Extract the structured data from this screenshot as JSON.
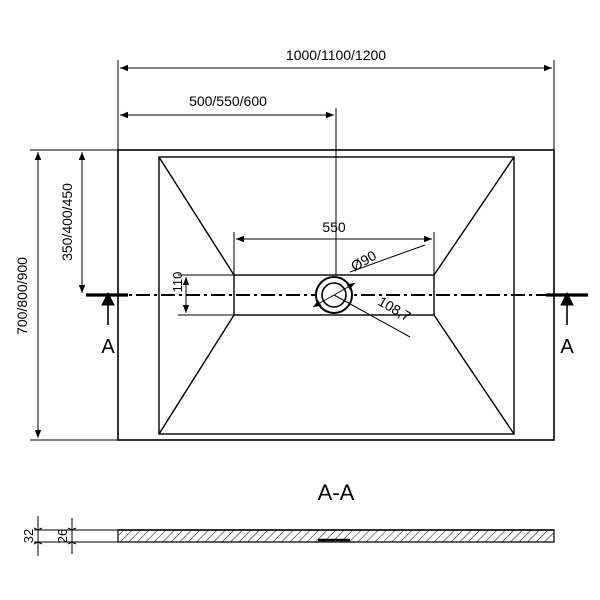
{
  "dimensions": {
    "overall_length": "1000/1100/1200",
    "half_length": "500/550/600",
    "overall_width": "700/800/900",
    "half_width": "350/400/450",
    "channel_length": "550",
    "channel_width": "110",
    "drain_diameter": "Ø90",
    "drain_offset": "108,7"
  },
  "section": {
    "marker_left": "A",
    "marker_right": "A",
    "title": "A-A",
    "total_height": "32",
    "inner_height": "26"
  },
  "colors": {
    "line": "#000000",
    "background": "#ffffff"
  }
}
